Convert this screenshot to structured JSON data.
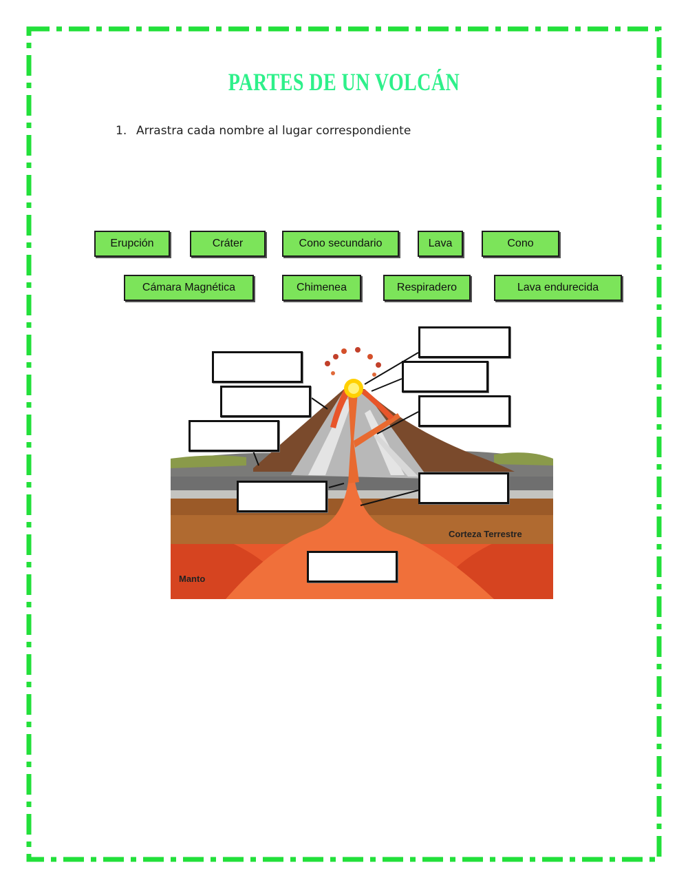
{
  "worksheet": {
    "title": "PARTES DE UN VOLCÁN",
    "instruction_number": "1.",
    "instruction": "Arrastra cada nombre al lugar correspondiente"
  },
  "word_bank": [
    {
      "label": "Erupción"
    },
    {
      "label": "Cráter"
    },
    {
      "label": "Cono secundario"
    },
    {
      "label": "Lava"
    },
    {
      "label": "Cono"
    },
    {
      "label": "Cámara Magnética"
    },
    {
      "label": "Chimenea"
    },
    {
      "label": "Respiradero"
    },
    {
      "label": "Lava endurecida"
    }
  ],
  "diagram": {
    "crust_label": "Corteza Terrestre",
    "mantle_label": "Manto",
    "drop_zone_count": 9
  },
  "colors": {
    "border": "#22e03a",
    "title": "#2ef08a",
    "chip": "#7ce45a"
  }
}
